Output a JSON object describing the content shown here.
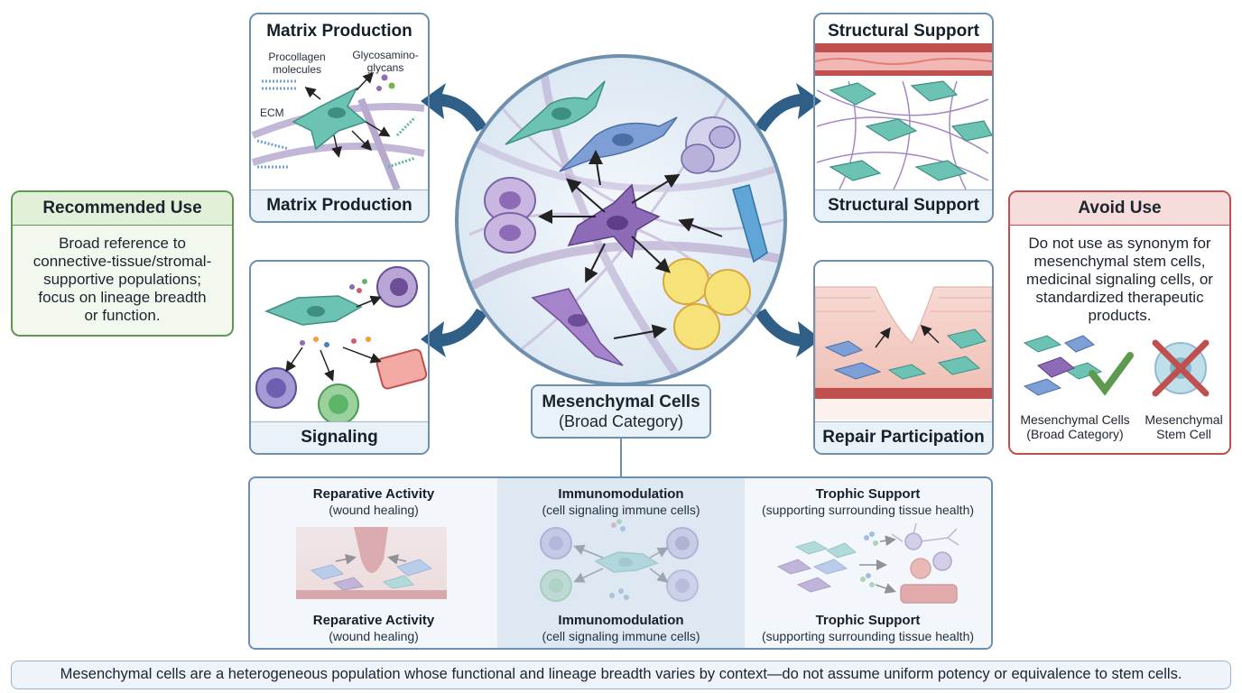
{
  "center": {
    "title": "Mesenchymal Cells",
    "subtitle": "(Broad Category)"
  },
  "panels": {
    "matrix": {
      "title": "Matrix Production",
      "footer": "Matrix Production",
      "labels": {
        "procollagen": [
          "Procollagen",
          "molecules"
        ],
        "gag": [
          "Glycosamino-",
          "glycans"
        ],
        "ecm": "ECM"
      }
    },
    "structural": {
      "title": "Structural Support",
      "footer": "Structural Support"
    },
    "signaling": {
      "footer": "Signaling"
    },
    "repair": {
      "footer": "Repair Participation"
    }
  },
  "recommended": {
    "title": "Recommended Use",
    "lines": [
      "Broad reference to",
      "connective-tissue/stromal-",
      "supportive populations;",
      "focus on lineage breadth",
      "or function."
    ]
  },
  "avoid": {
    "title": "Avoid Use",
    "lines": [
      "Do not use as synonym for",
      "mesenchymal stem cells,",
      "medicinal signaling cells, or",
      "standardized therapeutic",
      "products."
    ],
    "left_label": [
      "Mesenchymal Cells",
      "(Broad Category)"
    ],
    "right_label": [
      "Mesenchymal",
      "Stem Cell"
    ]
  },
  "functions": [
    {
      "title": "Reparative Activity",
      "subtitle": "(wound healing)",
      "bottom_title": "Reparative Activity",
      "bottom_subtitle": "(wound healing)"
    },
    {
      "title": "Immunomodulation",
      "subtitle": "(cell signaling immune cells)",
      "bottom_title": "Immunomodulation",
      "bottom_subtitle": "(cell signaling immune cells)"
    },
    {
      "title": "Trophic Support",
      "subtitle": "(supporting surrounding tissue health)",
      "bottom_title": "Trophic Support",
      "bottom_subtitle": "(supporting surrounding tissue health)"
    }
  ],
  "footer_note": "Mesenchymal cells are a heterogeneous population whose functional and lineage breadth varies by context—do not assume uniform potency or equivalence to stem cells.",
  "colors": {
    "border": "#6f8fae",
    "teal_cell": "#5fb7a8",
    "purple_cell": "#8e6bb6",
    "blue_cell": "#6f93c9",
    "recommended": "#5e9a4e",
    "avoid": "#c0504d",
    "arrow": "#2f5f86"
  }
}
